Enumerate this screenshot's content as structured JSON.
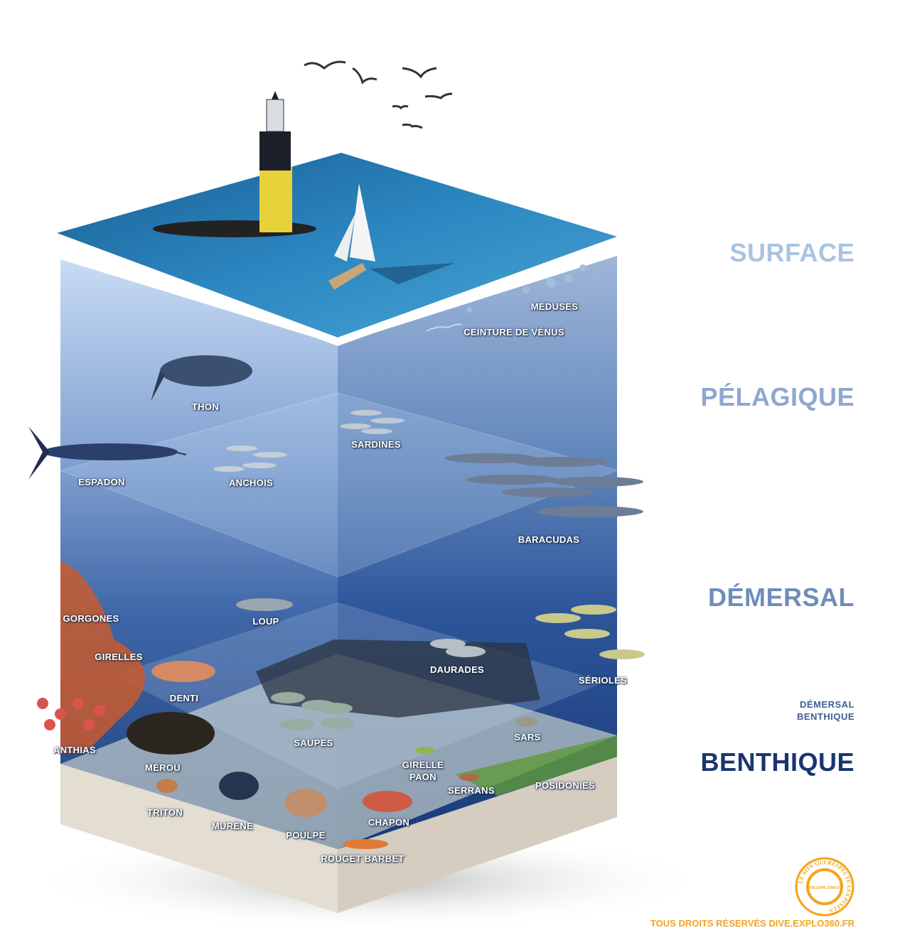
{
  "zones": {
    "surface": "SURFACE",
    "pelagique": "PÉLAGIQUE",
    "demersal": "DÉMERSAL",
    "demersal_benthique": [
      "DÉMERSAL",
      "BENTHIQUE"
    ],
    "benthique": "BENTHIQUE"
  },
  "species": {
    "meduses": "MÉDUSES",
    "ceinture": "CEINTURE DE VÉNUS",
    "thon": "THON",
    "sardines": "SARDINES",
    "espadon": "ESPADON",
    "anchois": "ANCHOIS",
    "baracudas": "BARACUDAS",
    "gorgones": "GORGONES",
    "loup": "LOUP",
    "girelles": "GIRELLES",
    "daurades": "DAURADES",
    "denti": "DENTI",
    "serioles": "SÉRIOLES",
    "sars": "SARS",
    "anthias": "ANTHIAS",
    "saupes": "SAUPES",
    "merou": "MÉROU",
    "girelle_paon": [
      "GIRELLE",
      "PAON"
    ],
    "posidonies": "POSIDONIES",
    "serrans": "SERRANS",
    "triton": "TRITON",
    "murene": "MURÈNE",
    "chapon": "CHAPON",
    "poulpe": "POULPE",
    "rouget": "ROUGET BARBET"
  },
  "footer": {
    "copyright": "TOUS DROITS RÉSERVÉS DIVE.EXPLO360.FR",
    "logo_ring": "LE SITE QUI RESPECTE LES PIXELS",
    "logo_center": "DIVE.EXPLO360.FR"
  },
  "colors": {
    "surface": "#a9c4e2",
    "pelagique": "#8ea8cf",
    "demersal": "#6f8dbb",
    "benthique": "#1a3570",
    "accent": "#f3a41a"
  }
}
